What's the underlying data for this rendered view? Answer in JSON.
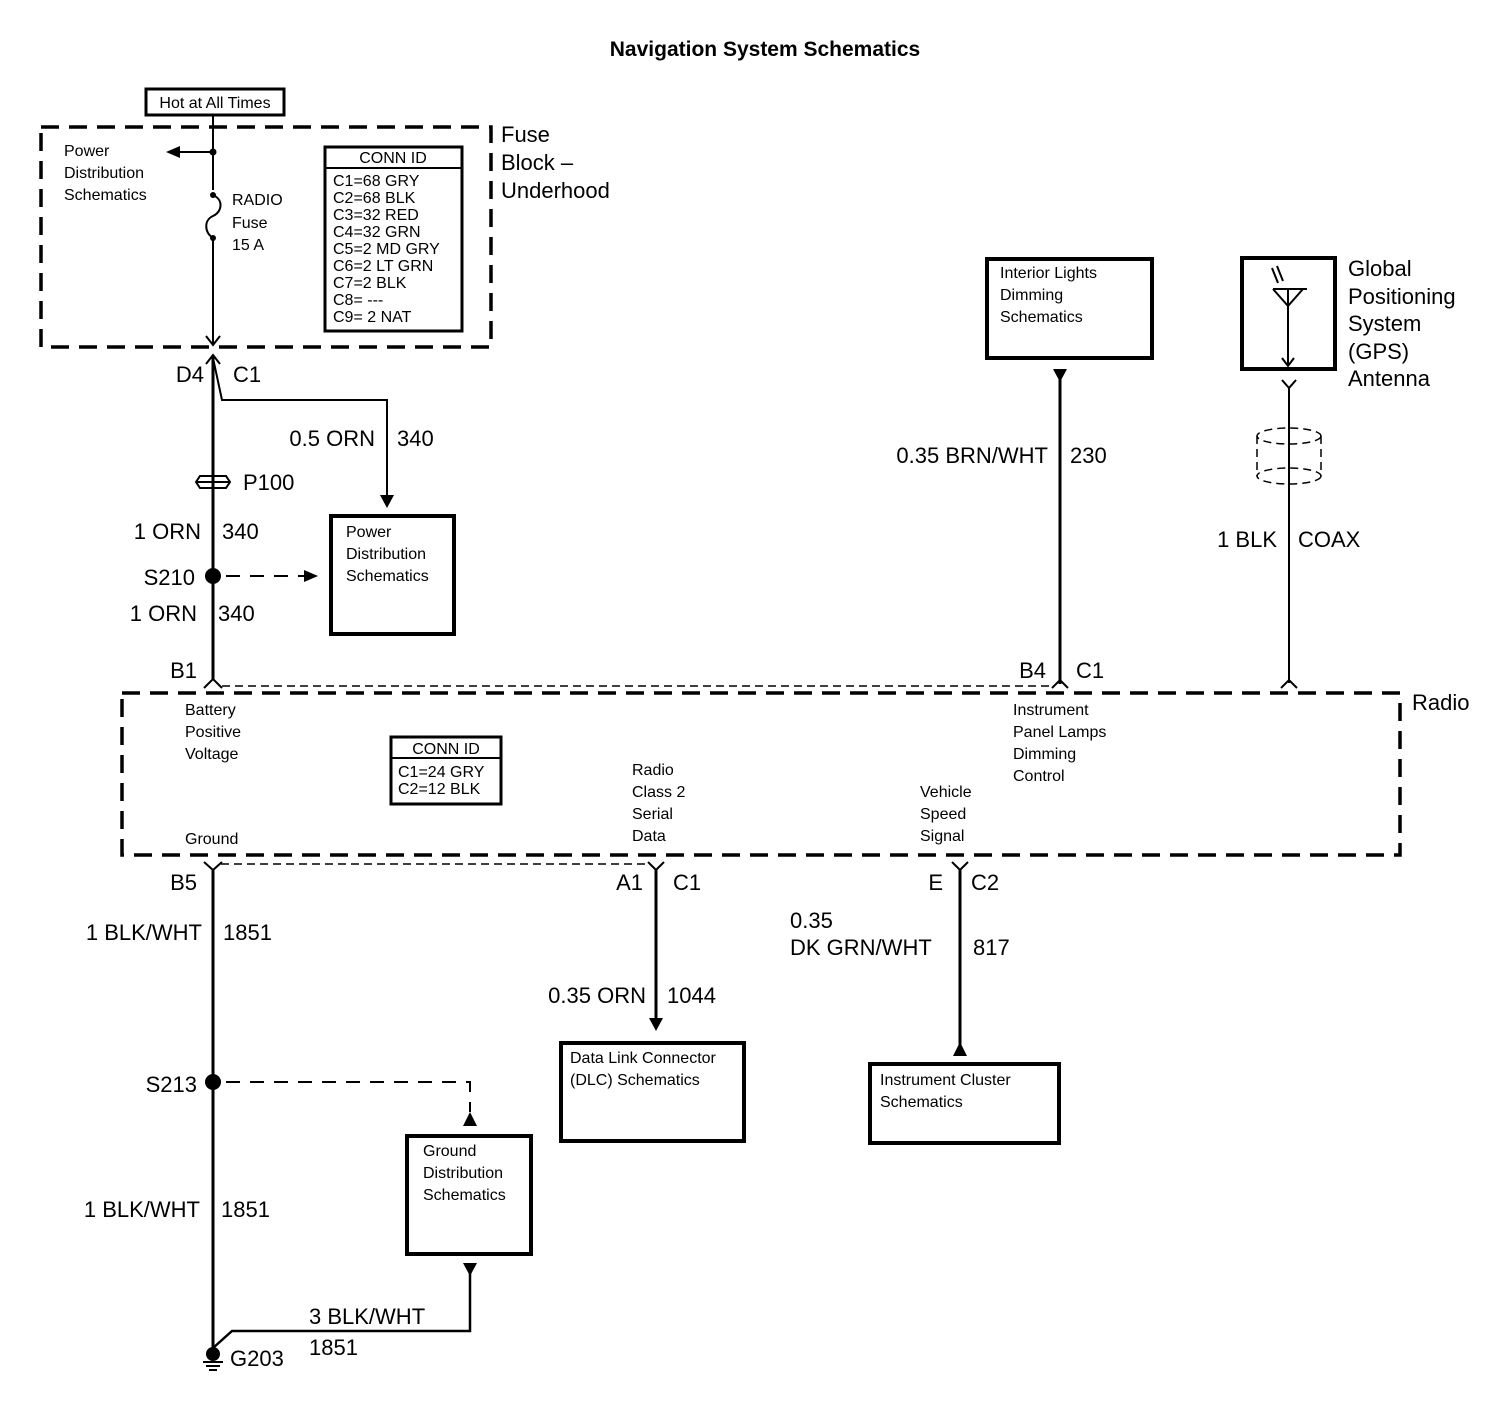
{
  "title": "Navigation System Schematics",
  "fuse_block": {
    "hot_label": "Hot at All Times",
    "name_lines": [
      "Fuse",
      "Block –",
      "Underhood"
    ],
    "power_dist_lines": [
      "Power",
      "Distribution",
      "Schematics"
    ],
    "fuse_lines": [
      "RADIO",
      "Fuse",
      "15 A"
    ],
    "conn_id": {
      "header": "CONN ID",
      "rows": [
        "C1=68 GRY",
        "C2=68 BLK",
        "C3=32 RED",
        "C4=32 GRN",
        "C5=2 MD GRY",
        "C6=2 LT GRN",
        "C7=2 BLK",
        "C8= ---",
        "C9= 2 NAT"
      ]
    },
    "pin": "D4",
    "connector": "C1"
  },
  "power_circuit": {
    "branch_wire": "0.5 ORN",
    "branch_circuit": "340",
    "inline_connector": "P100",
    "upper_wire": "1 ORN",
    "upper_circuit": "340",
    "splice": "S210",
    "lower_wire": "1 ORN",
    "lower_circuit": "340",
    "power_box_lines": [
      "Power",
      "Distribution",
      "Schematics"
    ]
  },
  "dimming": {
    "box_lines": [
      "Interior Lights",
      "Dimming",
      "Schematics"
    ],
    "wire": "0.35 BRN/WHT",
    "circuit": "230",
    "pin": "B4",
    "connector": "C1"
  },
  "gps": {
    "name_lines": [
      "Global",
      "Positioning",
      "System",
      "(GPS)",
      "Antenna"
    ],
    "wire": "1 BLK",
    "circuit": "COAX"
  },
  "radio": {
    "name": "Radio",
    "top_pin": "B1",
    "battery_lines": [
      "Battery",
      "Positive",
      "Voltage"
    ],
    "ground_label": "Ground",
    "conn_id": {
      "header": "CONN ID",
      "rows": [
        "C1=24 GRY",
        "C2=12 BLK"
      ]
    },
    "serial_lines": [
      "Radio",
      "Class 2",
      "Serial",
      "Data"
    ],
    "vss_lines": [
      "Vehicle",
      "Speed",
      "Signal"
    ],
    "ip_lines": [
      "Instrument",
      "Panel Lamps",
      "Dimming",
      "Control"
    ]
  },
  "ground_circuit": {
    "pin": "B5",
    "upper_wire": "1 BLK/WHT",
    "upper_circuit": "1851",
    "splice": "S213",
    "lower_wire": "1 BLK/WHT",
    "lower_circuit": "1851",
    "ground_box_lines": [
      "Ground",
      "Distribution",
      "Schematics"
    ],
    "branch_wire": "3 BLK/WHT",
    "branch_circuit": "1851",
    "ground_point": "G203"
  },
  "serial_data": {
    "pin": "A1",
    "connector": "C1",
    "wire": "0.35 ORN",
    "circuit": "1044",
    "dlc_box_lines": [
      "Data Link Connector",
      "(DLC) Schematics"
    ]
  },
  "vehicle_speed": {
    "pin": "E",
    "connector": "C2",
    "wire_lines": [
      "0.35",
      "DK GRN/WHT"
    ],
    "circuit": "817",
    "cluster_box_lines": [
      "Instrument Cluster",
      "Schematics"
    ]
  }
}
